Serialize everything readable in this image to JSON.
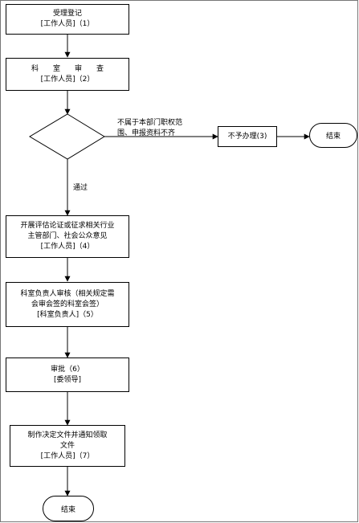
{
  "steps": {
    "s1": {
      "l1": "受理登记",
      "l2": "[工作人员]（1）"
    },
    "s2": {
      "l1": "科　　室　　审　　查",
      "l2": "[工作人员]（2）"
    },
    "s3": {
      "l1": "开展评估论证或征求相关行业",
      "l2": "主管部门、社会公众意见",
      "l3": "[工作人员]（4）"
    },
    "s4": {
      "l1": "科室负责人审核（相关规定需",
      "l2": "会审会签的科室会签）",
      "l3": "[科室负责人]（5）"
    },
    "s5": {
      "l1": "审批（6）",
      "l2": "[委领导]"
    },
    "s6": {
      "l1": "制作决定文件并通知领取",
      "l2": "文件",
      "l3": "[工作人员]（7）"
    },
    "reject": "不予办理(3)"
  },
  "labels": {
    "no_l1": "不属于本部门职权范",
    "no_l2": "围、申报资料不齐",
    "pass": "通过"
  },
  "terminals": {
    "end_right": "结束",
    "end_bottom": "结束"
  }
}
